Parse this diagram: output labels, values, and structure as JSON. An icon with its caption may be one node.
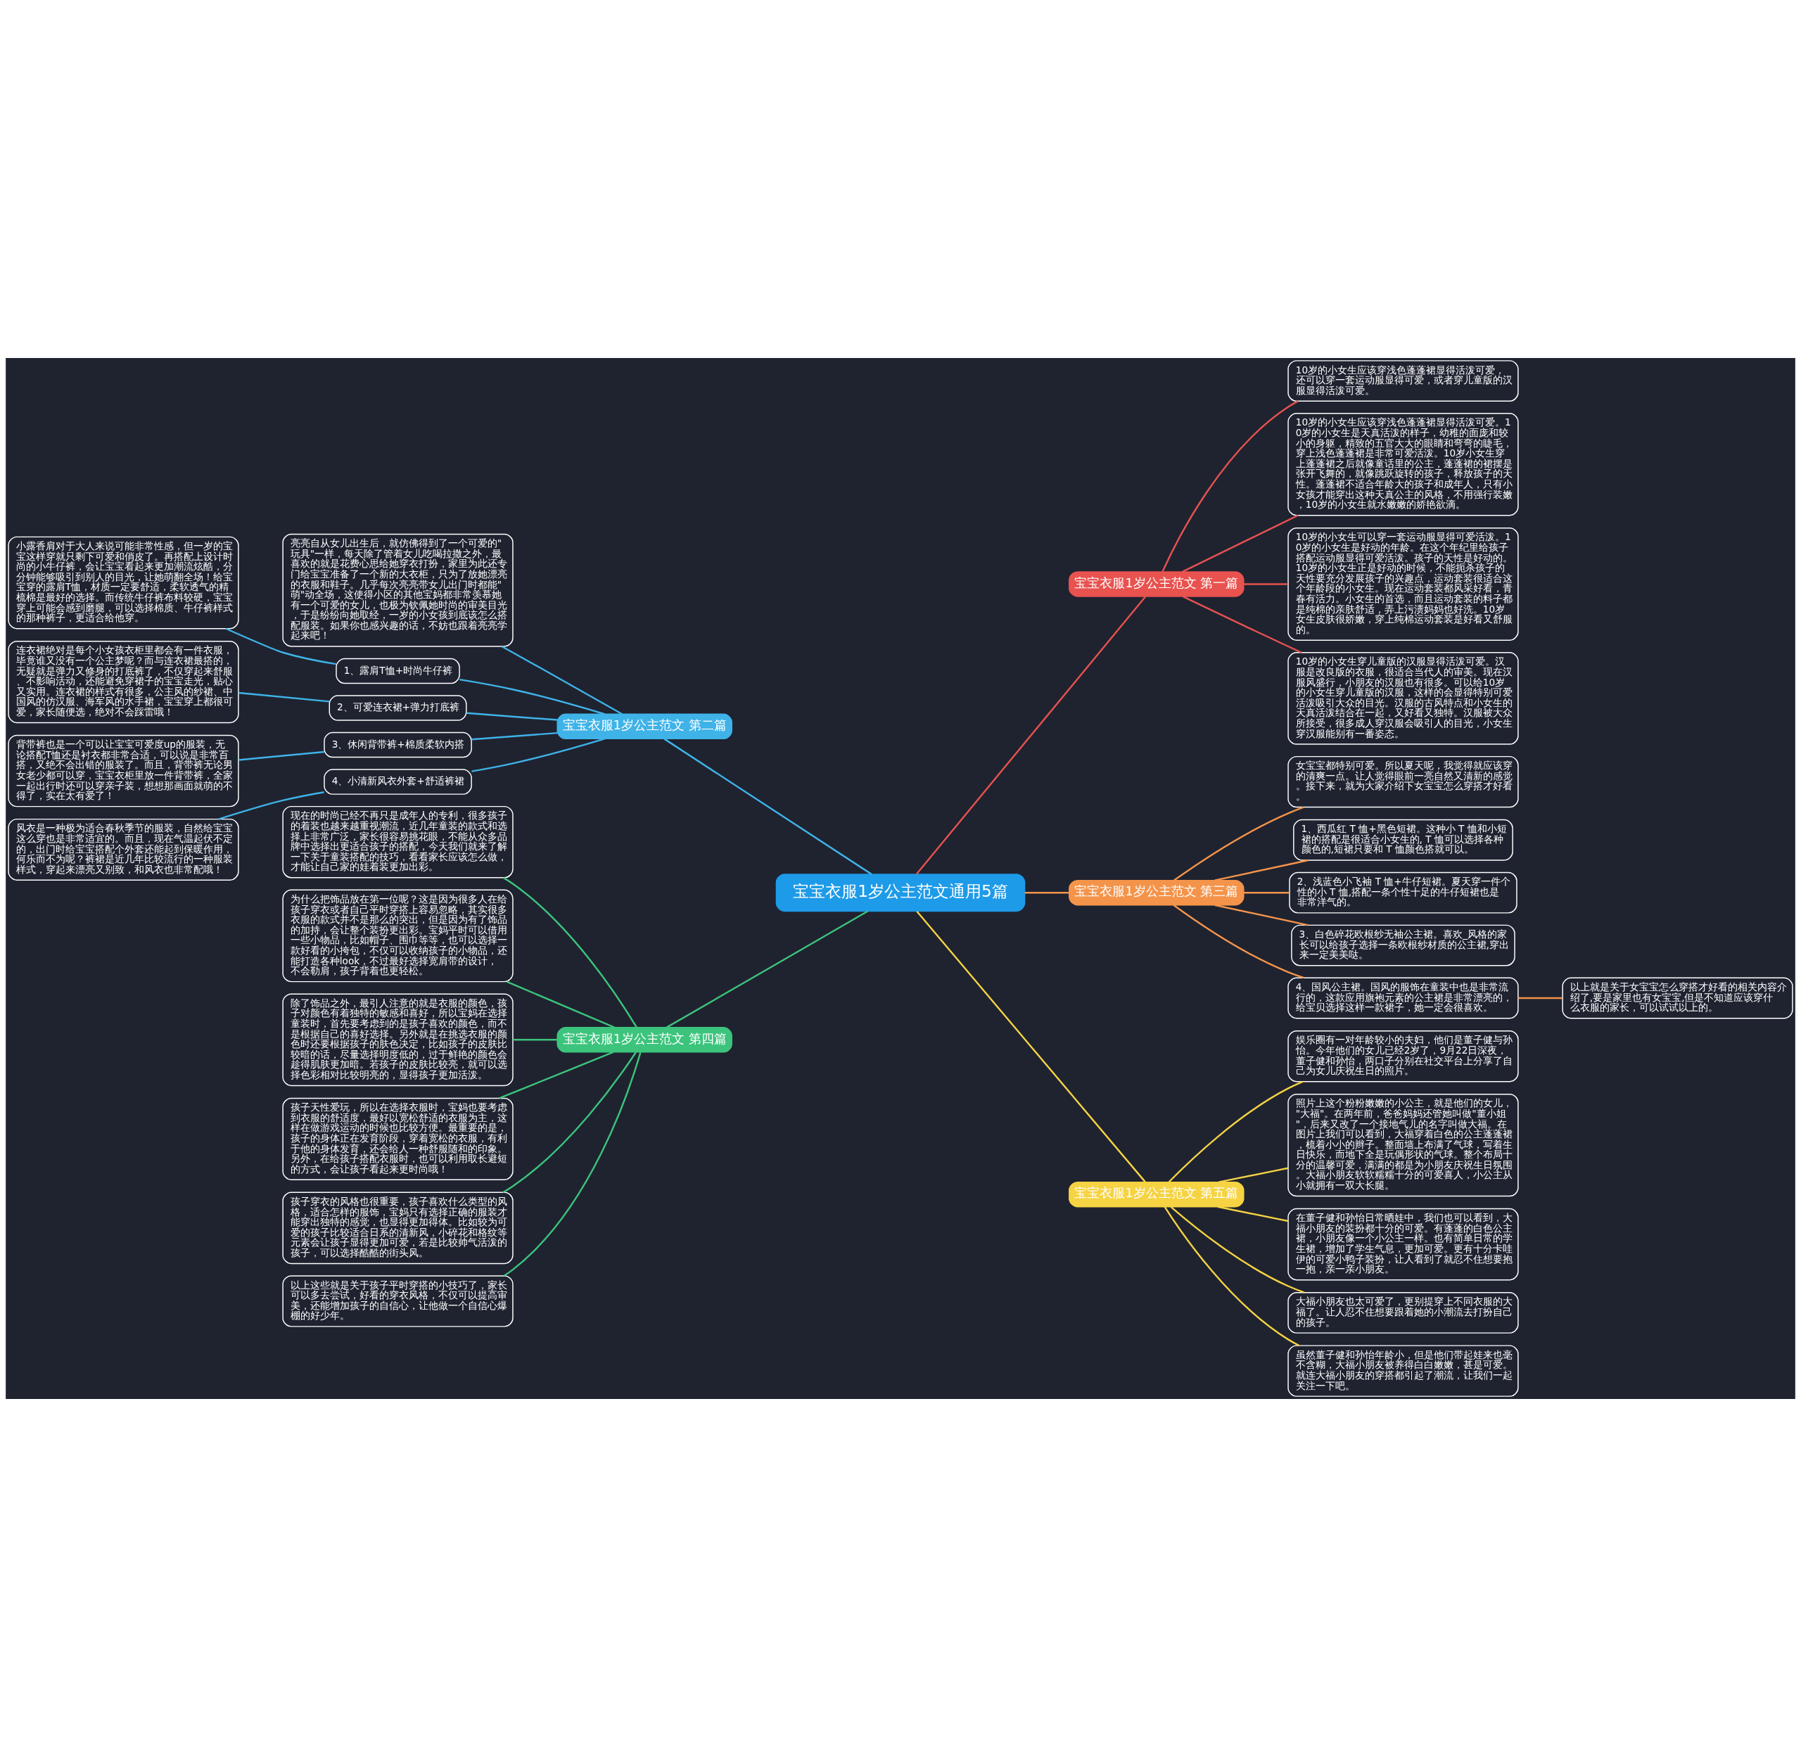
{
  "diagram": {
    "nodes": [
      {
        "text": [
          "宝宝衣服1岁公主范文通用5篇"
        ]
      },
      {
        "text": [
          "宝宝衣服1岁公主范文 第一篇"
        ]
      },
      {
        "text": [
          "10岁的小女生应该穿浅色蓬蓬裙显得活泼可爱，还可以穿一套运动服显得可爱，或者穿儿童版的汉服显得活泼可爱。"
        ]
      },
      {
        "text": [
          "10岁的小女生应该穿浅色蓬蓬裙显得活泼可爱。10岁的小女生是天真活泼的样子，幼稚的面庞和较小的身躯，精致的五官大大的眼睛和弯弯的睫毛，穿上浅色蓬蓬裙是非常可爱活泼。10岁小女生穿上蓬蓬裙之后就像童话里的公主，蓬蓬裙的裙摆是张开飞舞的，就像跳跃旋转的孩子，释放孩子的天性。蓬蓬裙不适合年龄大的孩子和成年人，只有小女孩才能穿出这种天真公主的风格，不用强行装嫩，10岁的小女生就水嫩嫩的娇艳欲滴。"
        ]
      },
      {
        "text": [
          "10岁的小女生可以穿一套运动服显得可爱活泼。10岁的小女生是好动的年龄。在这个年纪里给孩子搭配运动服显得可爱活泼。孩子的天性是好动的。10岁的小女生正是好动的时候，不能扼杀孩子的天性要充分发展孩子的兴趣点，运动套装很适合这个年龄段的小女生。现在运动套装都风采好看，青春有活力。小女生的首选，而且运动套装的料子都是纯棉的亲肤舒适，弄上污渍妈妈也好洗。10岁女生皮肤很娇嫩，穿上纯棉运动套装是好看又舒服的。"
        ]
      },
      {
        "text": [
          "10岁的小女生穿儿童版的汉服显得活泼可爱。汉服是改良版的衣服，很适合当代人的审美。现在汉服风盛行，小朋友的汉服也有很多。可以给10岁的小女生穿儿童版的汉服，这样的会显得特别可爱活泼吸引大众的目光。汉服的古风特点和小女生的天真活泼结合在一起，又好看又独特。汉服被大众所接受，很多成人穿汉服会吸引人的目光，小女生穿汉服能别有一番姿态。"
        ]
      },
      {
        "text": [
          "宝宝衣服1岁公主范文 第二篇"
        ]
      },
      {
        "text": [
          "亮亮自从女儿出生后，就仿佛得到了一个可爱的\"玩具\"一样，每天除了管着女儿吃喝拉撒之外，最喜欢的就是花费心思给她穿衣打扮，家里为此还专门给宝宝准备了一个新的大衣柜，只为了放她漂亮的衣服和鞋子。几乎每次亮亮带女儿出门时都能\"萌\"动全场，这使得小区的其他宝妈都非常羡慕她有一个可爱的女儿，也极为钦佩她时尚的审美目光，于是纷纷向她取经，一岁的小女孩到底该怎么搭配服装。如果你也感兴趣的话，不妨也跟着亮亮学起来吧！"
        ]
      },
      {
        "text": [
          "1、露肩T恤+时尚牛仔裤"
        ]
      },
      {
        "text": [
          "小露香肩对于大人来说可能非常性感，但一岁的宝宝这样穿就只剩下可爱和俏皮了。再搭配上设计时尚的小牛仔裤，会让宝宝看起来更加潮流炫酷，分分钟能够吸引到别人的目光，让她萌翻全场！给宝宝穿的露肩T恤，材质一定要舒适，柔软透气的精梳棉是最好的选择。而传统牛仔裤布料较硬，宝宝穿上可能会感到磨腿，可以选择棉质、牛仔裤样式的那种裤子，更适合给他穿。"
        ]
      },
      {
        "text": [
          "2、可爱连衣裙+弹力打底裤"
        ]
      },
      {
        "text": [
          "连衣裙绝对是每个小女孩衣柜里都会有一件衣服，毕竟谁又没有一个公主梦呢？而与连衣裙最搭的，无疑就是弹力又修身的打底裤了，不仅穿起来舒服、不影响活动，还能避免穿裙子的宝宝走光，贴心又实用。连衣裙的样式有很多，公主风的纱裙、中国风的仿汉服、海军风的水手裙，宝宝穿上都很可爱，家长随便选，绝对不会踩雷哦！"
        ]
      },
      {
        "text": [
          "3、休闲背带裤+棉质柔软内搭"
        ]
      },
      {
        "text": [
          "背带裤也是一个可以让宝宝可爱度up的服装，无论搭配T恤还是衬衣都非常合适，可以说是非常百搭，又绝不会出错的服装了。而且，背带裤无论男女老少都可以穿，宝宝衣柜里放一件背带裤，全家一起出行时还可以穿亲子装，想想那画面就萌的不得了，实在太有爱了！"
        ]
      },
      {
        "text": [
          "4、小清新风衣外套+舒适裤裙"
        ]
      },
      {
        "text": [
          "风衣是一种极为适合春秋季节的服装，自然给宝宝这么穿也是非常适宜的。而且，现在气温起伏不定的，出门时给宝宝搭配个外套还能起到保暖作用，何乐而不为呢？裤裙是近几年比较流行的一种服装样式，穿起来漂亮又别致，和风衣也非常配哦！"
        ]
      },
      {
        "text": [
          "宝宝衣服1岁公主范文 第三篇"
        ]
      },
      {
        "text": [
          "女宝宝都特别可爱。所以夏天呢，我觉得就应该穿的清爽一点。让人觉得眼前一亮自然又清新的感觉。接下来，就为大家介绍下女宝宝怎么穿搭才好看。"
        ]
      },
      {
        "text": [
          "1、西瓜红 T 恤+黑色短裙。这种小 T 恤和小短裙的搭配是很适合小女生的, T 恤可以选择各种颜色的,短裙只要和 T 恤颜色搭就可以。"
        ]
      },
      {
        "text": [
          "2、浅蓝色小飞袖 T 恤+牛仔短裙。夏天穿一件个性的小 T 恤,搭配一条个性十足的牛仔短裙也是非常洋气的。"
        ]
      },
      {
        "text": [
          "3、白色碎花欧根纱无袖公主裙。喜欢_风格的家长可以给孩子选择一条欧根纱材质的公主裙,穿出来一定美美哒。"
        ]
      },
      {
        "text": [
          "4、国风公主裙。国风的服饰在童装中也是非常流行的，这款应用旗袍元素的公主裙是非常漂亮的，给宝贝选择这样一款裙子，她一定会很喜欢。"
        ]
      },
      {
        "text": [
          "以上就是关于女宝宝怎么穿搭才好看的相关内容介绍了,要是家里也有女宝宝,但是不知道应该穿什么衣服的家长，可以试试以上的。"
        ]
      },
      {
        "text": [
          "宝宝衣服1岁公主范文 第四篇"
        ]
      },
      {
        "text": [
          "现在的时尚已经不再只是成年人的专利，很多孩子的着装也越来越重视潮流，近几年童装的款式和选择上非常广泛，家长很容易挑花眼，不能从众多品牌中选择出更适合孩子的搭配，今天我们就来了解一下关于童装搭配的技巧，看看家长应该怎么做，才能让自己家的娃着装更加出彩。"
        ]
      },
      {
        "text": [
          "为什么把饰品放在第一位呢？这是因为很多人在给孩子穿衣或者自己平时穿搭上容易忽略，其实很多衣服的款式并不是那么的突出，但是因为有了饰品的加持，会让整个装扮更出彩。宝妈平时可以借用一些小物品，比如帽子、围巾等等，也可以选择一款好看的小挎包，不仅可以收纳孩子的小物品，还能打造各种look，不过最好选择宽肩带的设计，不会勒肩，孩子背着也更轻松。"
        ]
      },
      {
        "text": [
          "除了饰品之外，最引人注意的就是衣服的颜色，孩子对颜色有着独特的敏感和喜好，所以宝妈在选择童装时，首先要考虑到的是孩子喜欢的颜色，而不是根据自己的喜好选择。另外就是在挑选衣服的颜色时还要根据孩子的肤色决定，比如孩子的皮肤比较暗的话，尽量选择明度低的，过于鲜艳的颜色会趁得肌肤更加暗。若孩子的皮肤比较亮，就可以选择色彩相对比较明亮的，显得孩子更加活泼。"
        ]
      },
      {
        "text": [
          "孩子天性爱玩，所以在选择衣服时，宝妈也要考虑到衣服的舒适度，最好以宽松舒适的衣服为主，这样在做游戏运动的时候也比较方便。最重要的是，孩子的身体正在发育阶段，穿着宽松的衣服，有利于他的身体发育，还会给人一种舒服随和的印象。另外，在给孩子搭配衣服时，也可以利用取长避短的方式，会让孩子看起来更时尚哦！"
        ]
      },
      {
        "text": [
          "孩子穿衣的风格也很重要，孩子喜欢什么类型的风格，适合怎样的服饰，宝妈只有选择正确的服装才能穿出独特的感觉，也显得更加得体。比如较为可爱的孩子比较适合日系的清新风，小碎花和格纹等元素会让孩子显得更加可爱，若是比较帅气活泼的孩子，可以选择酷酷的街头风。"
        ]
      },
      {
        "text": [
          "以上这些就是关于孩子平时穿搭的小技巧了，家长可以多去尝试，好看的穿衣风格，不仅可以提高审美，还能增加孩子的自信心，让他做一个自信心爆棚的好少年。"
        ]
      },
      {
        "text": [
          "宝宝衣服1岁公主范文 第五篇"
        ]
      },
      {
        "text": [
          "娱乐圈有一对年龄较小的夫妇，他们是董子健与孙怡。今年他们的女儿已经2岁了，9月22日深夜，董子健和孙怡，两口子分别在社交平台上分享了自己为女儿庆祝生日的照片。"
        ]
      },
      {
        "text": [
          "照片上这个粉粉嫩嫩的小公主，就是他们的女儿，\"大福\"。在两年前，爸爸妈妈还管她叫做\"董小姐\"，后来又改了一个接地气儿的名字叫做大福。在图片上我们可以看到，大福穿着白色的公主蓬蓬裙，梳着小小的辫子。整面墙上布满了气球，写着生日快乐，而地下全是玩偶形状的气球。整个布局十分的温馨可爱，满满的都是为小朋友庆祝生日氛围。大福小朋友软软糯糯十分的可爱喜人，小公主从小就拥有一双大长腿。"
        ]
      },
      {
        "text": [
          "在董子健和孙怡日常晒娃中，我们也可以看到，大福小朋友的装扮都十分的可爱。有蓬蓬的白色公主裙，小朋友像一个小公主一样。也有简单日常的学生裙，增加了学生气息，更加可爱。更有十分卡哇伊的可爱小鸭子装扮，让人看到了就忍不住想要抱一抱，亲一亲小朋友。"
        ]
      },
      {
        "text": [
          "大福小朋友也太可爱了，更别提穿上不同衣服的大福了。让人忍不住想要跟着她的小潮流去打扮自己的孩子。"
        ]
      },
      {
        "text": [
          "虽然董子健和孙怡年龄小，但是他们带起娃来也毫不含糊，大福小朋友被养得白白嫩嫩，甚是可爱。就连大福小朋友的穿搭都引起了潮流，让我们一起关注一下吧。"
        ]
      }
    ],
    "edges": [
      {
        "from": 0,
        "to": 1,
        "arrow": "none",
        "color": "#e8524f"
      },
      {
        "from": 1,
        "to": 2,
        "arrow": "none",
        "color": "#e8524f"
      },
      {
        "from": 1,
        "to": 3,
        "arrow": "none",
        "color": "#e8524f"
      },
      {
        "from": 1,
        "to": 4,
        "arrow": "none",
        "color": "#e8524f"
      },
      {
        "from": 1,
        "to": 5,
        "arrow": "none",
        "color": "#e8524f"
      },
      {
        "from": 0,
        "to": 6,
        "arrow": "none",
        "color": "#3fb3e8"
      },
      {
        "from": 6,
        "to": 7,
        "arrow": "none",
        "color": "#3fb3e8"
      },
      {
        "from": 6,
        "to": 8,
        "arrow": "none",
        "color": "#3fb3e8"
      },
      {
        "from": 8,
        "to": 9,
        "arrow": "none",
        "color": "#3fb3e8"
      },
      {
        "from": 6,
        "to": 10,
        "arrow": "none",
        "color": "#3fb3e8"
      },
      {
        "from": 10,
        "to": 11,
        "arrow": "none",
        "color": "#3fb3e8"
      },
      {
        "from": 6,
        "to": 12,
        "arrow": "none",
        "color": "#3fb3e8"
      },
      {
        "from": 12,
        "to": 13,
        "arrow": "none",
        "color": "#3fb3e8"
      },
      {
        "from": 6,
        "to": 14,
        "arrow": "none",
        "color": "#3fb3e8"
      },
      {
        "from": 14,
        "to": 15,
        "arrow": "none",
        "color": "#3fb3e8"
      },
      {
        "from": 0,
        "to": 16,
        "arrow": "none",
        "color": "#f4944a"
      },
      {
        "from": 16,
        "to": 17,
        "arrow": "none",
        "color": "#f4944a"
      },
      {
        "from": 16,
        "to": 18,
        "arrow": "none",
        "color": "#f4944a"
      },
      {
        "from": 16,
        "to": 19,
        "arrow": "none",
        "color": "#f4944a"
      },
      {
        "from": 16,
        "to": 20,
        "arrow": "none",
        "color": "#f4944a"
      },
      {
        "from": 16,
        "to": 21,
        "arrow": "none",
        "color": "#f4944a"
      },
      {
        "from": 21,
        "to": 22,
        "arrow": "none",
        "color": "#f4944a"
      },
      {
        "from": 0,
        "to": 23,
        "arrow": "none",
        "color": "#3cc47c"
      },
      {
        "from": 23,
        "to": 24,
        "arrow": "none",
        "color": "#3cc47c"
      },
      {
        "from": 23,
        "to": 25,
        "arrow": "none",
        "color": "#3cc47c"
      },
      {
        "from": 23,
        "to": 26,
        "arrow": "none",
        "color": "#3cc47c"
      },
      {
        "from": 23,
        "to": 27,
        "arrow": "none",
        "color": "#3cc47c"
      },
      {
        "from": 23,
        "to": 28,
        "arrow": "none",
        "color": "#3cc47c"
      },
      {
        "from": 23,
        "to": 29,
        "arrow": "none",
        "color": "#3cc47c"
      },
      {
        "from": 0,
        "to": 30,
        "arrow": "none",
        "color": "#f5d343"
      },
      {
        "from": 30,
        "to": 31,
        "arrow": "none",
        "color": "#f5d343"
      },
      {
        "from": 30,
        "to": 32,
        "arrow": "none",
        "color": "#f5d343"
      },
      {
        "from": 30,
        "to": 33,
        "arrow": "none",
        "color": "#f5d343"
      },
      {
        "from": 30,
        "to": 34,
        "arrow": "none",
        "color": "#f5d343"
      },
      {
        "from": 30,
        "to": 35,
        "arrow": "none",
        "color": "#f5d343"
      }
    ]
  }
}
